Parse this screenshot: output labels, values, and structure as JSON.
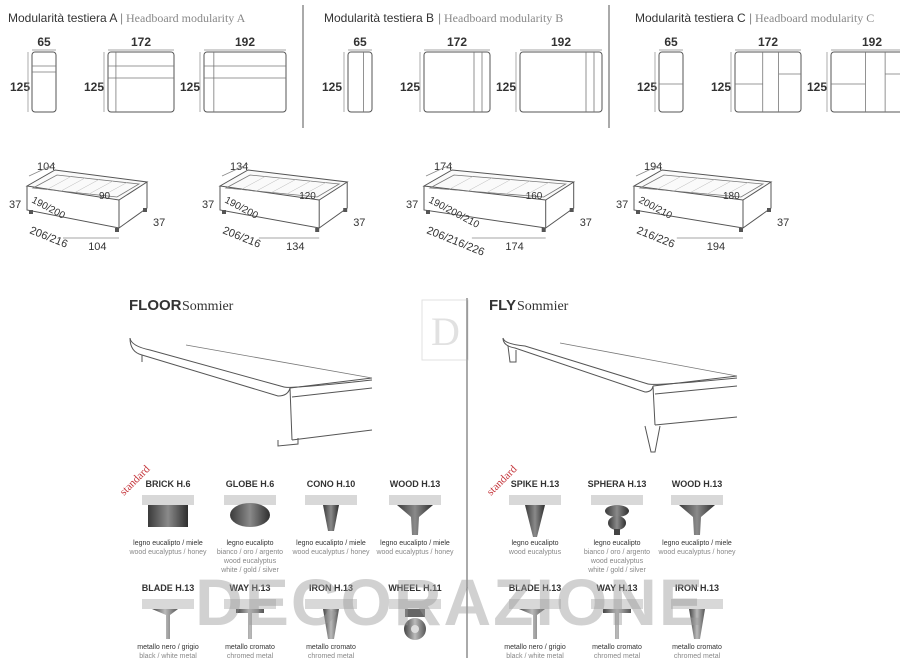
{
  "headboards": [
    {
      "title": "Modularità testiera A",
      "subtitle": "Headboard modularity A",
      "height": "125",
      "widths": [
        "65",
        "172",
        "192"
      ]
    },
    {
      "title": "Modularità testiera B",
      "subtitle": "Headboard modularity B",
      "height": "125",
      "widths": [
        "65",
        "172",
        "192"
      ]
    },
    {
      "title": "Modularità testiera C",
      "subtitle": "Headboard modularity C",
      "height": "125",
      "widths": [
        "65",
        "172",
        "192"
      ]
    }
  ],
  "beds": [
    {
      "top": "104",
      "inner": "90",
      "len": "190/200",
      "side": "206/216",
      "width": "104",
      "h1": "37",
      "h2": "37"
    },
    {
      "top": "134",
      "inner": "120",
      "len": "190/200",
      "side": "206/216",
      "width": "134",
      "h1": "37",
      "h2": "37"
    },
    {
      "top": "174",
      "inner": "160",
      "len": "190/200/210",
      "side": "206/216/226",
      "width": "174",
      "h1": "37",
      "h2": "37"
    },
    {
      "top": "194",
      "inner": "180",
      "len": "200/210",
      "side": "216/226",
      "width": "194",
      "h1": "37",
      "h2": "37"
    }
  ],
  "bases": [
    {
      "name": "FLOOR",
      "kind": "Sommier"
    },
    {
      "name": "FLY",
      "kind": "Sommier"
    }
  ],
  "standard_tag": "standard",
  "feet_left": [
    {
      "name": "BRICK H.6",
      "lines": [
        "legno eucalipto / miele",
        "wood eucalyptus / honey"
      ]
    },
    {
      "name": "GLOBE H.6",
      "lines": [
        "legno eucalipto",
        "bianco / oro / argento",
        "wood eucalyptus",
        "white / gold / silver"
      ]
    },
    {
      "name": "CONO H.10",
      "lines": [
        "legno eucalipto / miele",
        "wood eucalyptus / honey"
      ]
    },
    {
      "name": "WOOD H.13",
      "lines": [
        "legno eucalipto / miele",
        "wood eucalyptus / honey"
      ]
    },
    {
      "name": "BLADE H.13",
      "lines": [
        "metallo nero / grigio",
        "black / white metal"
      ]
    },
    {
      "name": "WAY H.13",
      "lines": [
        "metallo cromato",
        "chromed metal"
      ]
    },
    {
      "name": "IRON H.13",
      "lines": [
        "metallo cromato",
        "chromed metal"
      ]
    },
    {
      "name": "WHEEL H.11",
      "lines": []
    }
  ],
  "feet_right": [
    {
      "name": "SPIKE H.13",
      "lines": [
        "legno eucalipto",
        "wood eucalyptus"
      ]
    },
    {
      "name": "SPHERA H.13",
      "lines": [
        "legno eucalipto",
        "bianco / oro / argento",
        "wood eucalyptus",
        "white / gold / silver"
      ]
    },
    {
      "name": "WOOD H.13",
      "lines": [
        "legno eucalipto / miele",
        "wood eucalyptus / honey"
      ]
    },
    {
      "name": "BLADE H.13",
      "lines": [
        "metallo nero / grigio",
        "black / white metal"
      ]
    },
    {
      "name": "WAY H.13",
      "lines": [
        "metallo cromato",
        "chromed metal"
      ]
    },
    {
      "name": "IRON H.13",
      "lines": [
        "metallo cromato",
        "chromed metal"
      ]
    }
  ],
  "watermark": "DECORAZIONE"
}
